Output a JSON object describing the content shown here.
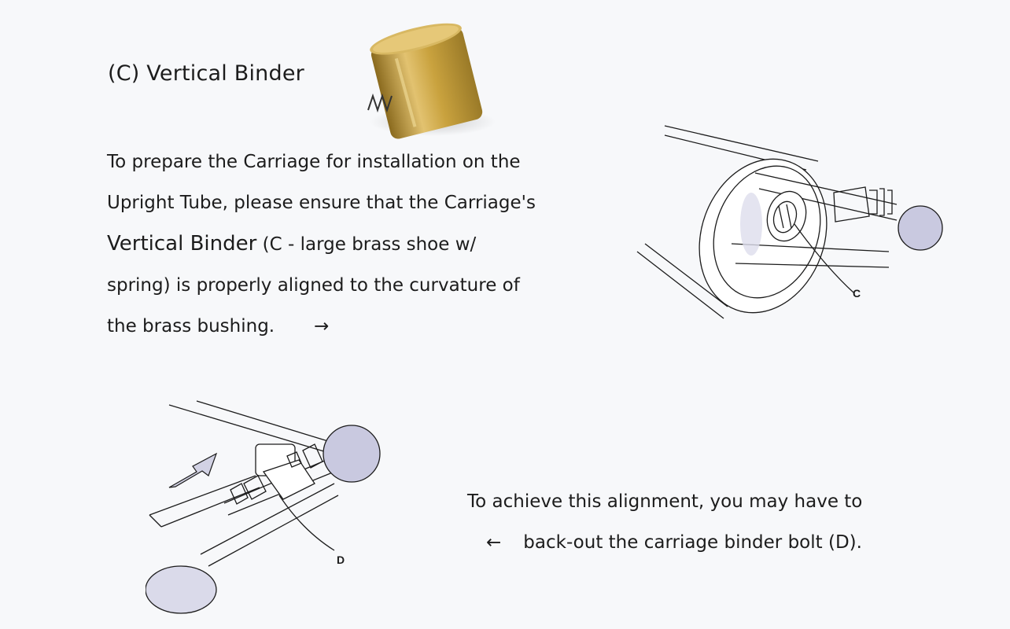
{
  "heading": "(C) Vertical Binder",
  "paragraph": {
    "line1": "To prepare the Carriage for installation on the",
    "line2": "Upright Tube, please ensure that the Carriage's",
    "line3_bold": "Vertical Binder",
    "line3_rest": " (C - large brass shoe w/",
    "line4": "spring) is properly aligned to the curvature of",
    "line5": "the brass bushing.",
    "arrow": "→"
  },
  "alignment": {
    "line1": "To achieve this alignment, you may have to",
    "arrow": "←",
    "line2": "back-out the carriage binder bolt (D)."
  },
  "callouts": {
    "c": "C",
    "d": "D"
  },
  "colors": {
    "brass": "#c9a23e",
    "knob": "#c9c9e0",
    "line": "#1c1c1c"
  }
}
